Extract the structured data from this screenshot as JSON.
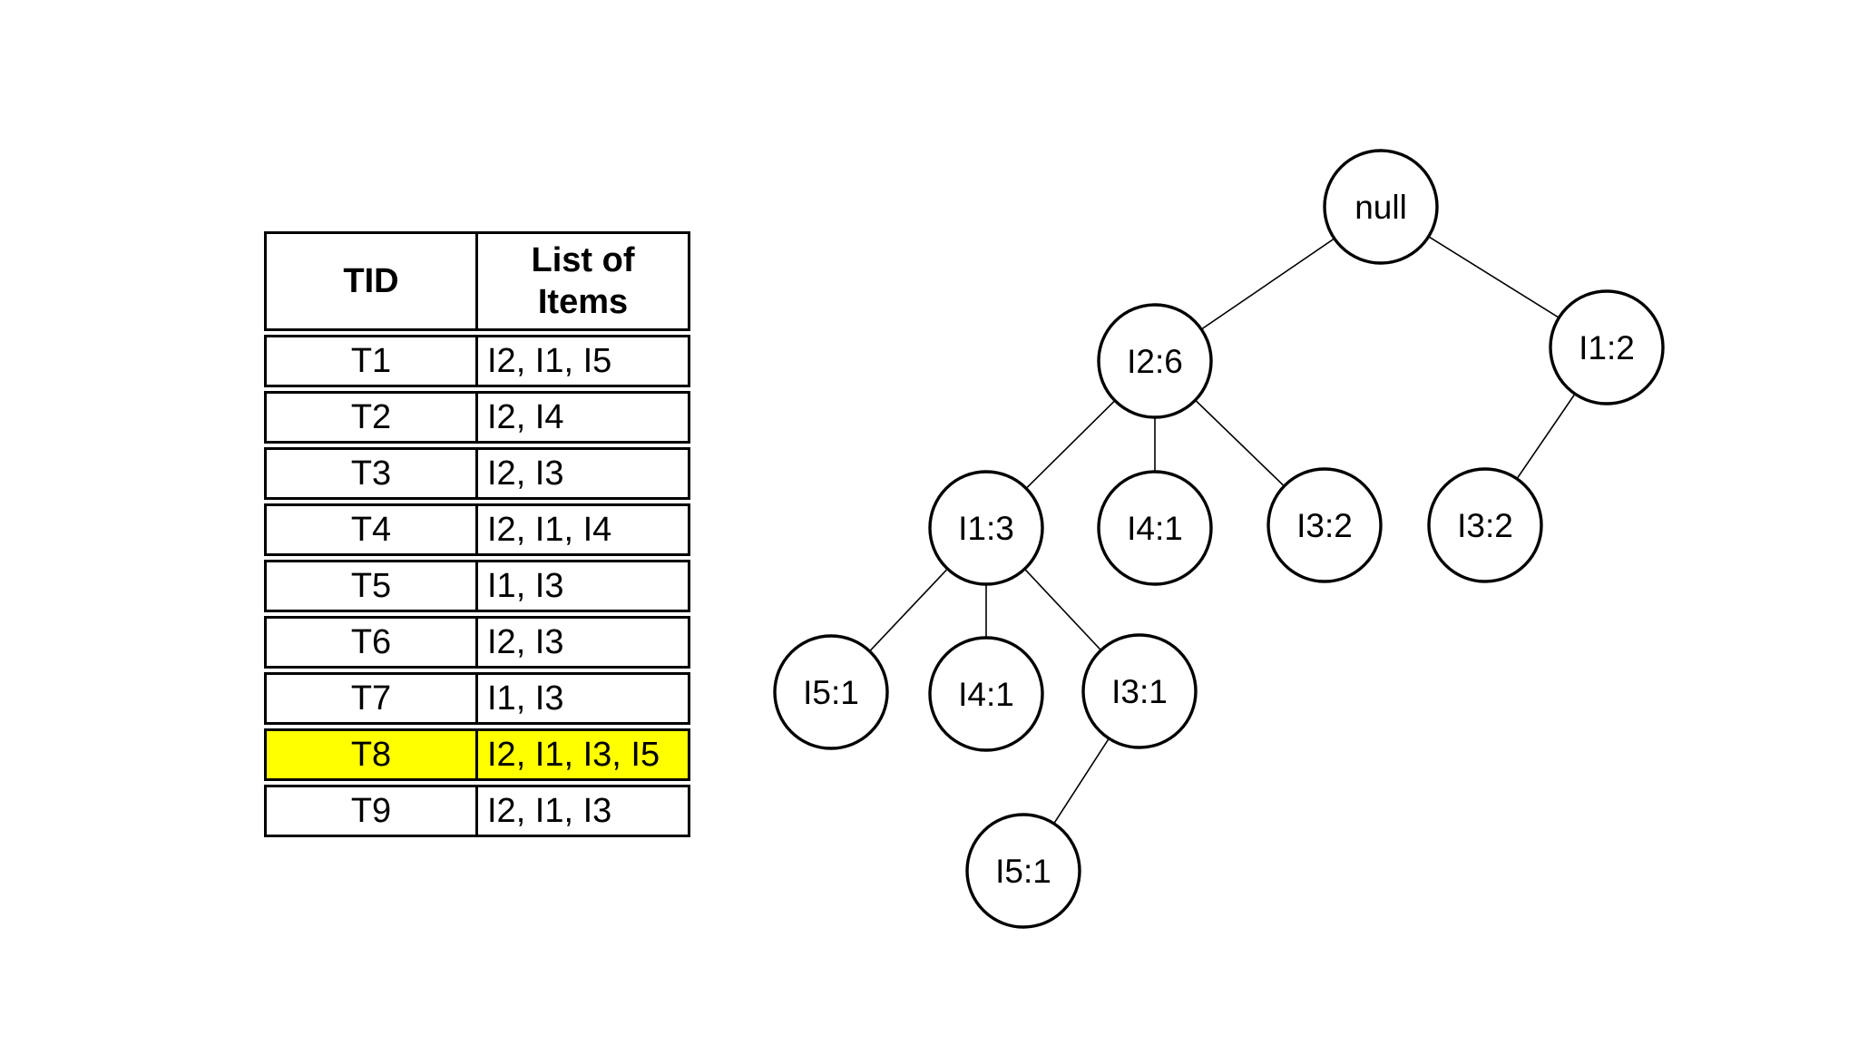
{
  "colors": {
    "background": "#ffffff",
    "border": "#000000",
    "text": "#000000",
    "highlight": "#ffff00"
  },
  "table": {
    "headers": [
      "TID",
      "List of Items"
    ],
    "rows": [
      {
        "tid": "T1",
        "items": "I2, I1, I5",
        "highlighted": false
      },
      {
        "tid": "T2",
        "items": "I2, I4",
        "highlighted": false
      },
      {
        "tid": "T3",
        "items": "I2, I3",
        "highlighted": false
      },
      {
        "tid": "T4",
        "items": "I2, I1, I4",
        "highlighted": false
      },
      {
        "tid": "T5",
        "items": "I1, I3",
        "highlighted": false
      },
      {
        "tid": "T6",
        "items": "I2, I3",
        "highlighted": false
      },
      {
        "tid": "T7",
        "items": "I1, I3",
        "highlighted": false
      },
      {
        "tid": "T8",
        "items": "I2, I1, I3, I5",
        "highlighted": true
      },
      {
        "tid": "T9",
        "items": "I2, I1, I3",
        "highlighted": false
      }
    ],
    "highlighted_tid": "T8",
    "highlight_color": "#ffff00"
  },
  "tree": {
    "nodes": [
      {
        "label": "null"
      },
      {
        "label": "I2:6"
      },
      {
        "label": "I1:2"
      },
      {
        "label": "I1:3"
      },
      {
        "label": "I4:1"
      },
      {
        "label": "I3:2"
      },
      {
        "label": "I3:2"
      },
      {
        "label": "I5:1"
      },
      {
        "label": "I4:1"
      },
      {
        "label": "I3:1"
      },
      {
        "label": "I5:1"
      }
    ],
    "edges": [
      [
        0,
        1
      ],
      [
        0,
        2
      ],
      [
        1,
        3
      ],
      [
        1,
        4
      ],
      [
        1,
        5
      ],
      [
        2,
        6
      ],
      [
        3,
        7
      ],
      [
        3,
        8
      ],
      [
        3,
        9
      ],
      [
        9,
        10
      ]
    ]
  }
}
